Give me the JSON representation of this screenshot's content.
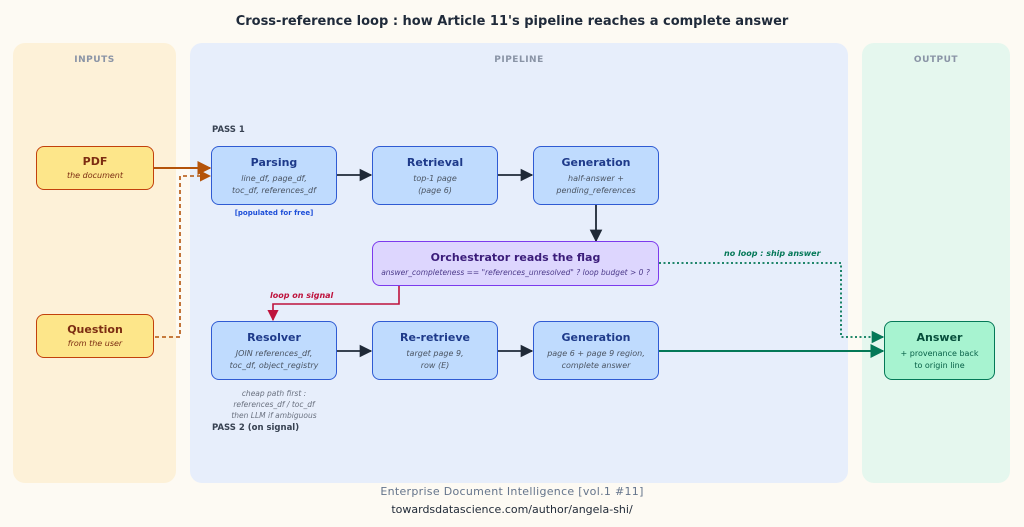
{
  "title": "Cross-reference loop : how Article 11's pipeline reaches a complete answer",
  "lanes": {
    "inputs": "INPUTS",
    "pipeline": "PIPELINE",
    "output": "OUTPUT"
  },
  "pass1": "PASS 1",
  "pass2": "PASS 2 (on signal)",
  "nodes": {
    "pdf": {
      "title": "PDF",
      "sub": "the document"
    },
    "question": {
      "title": "Question",
      "sub": "from the user"
    },
    "parsing": {
      "title": "Parsing",
      "sub1": "line_df, page_df,",
      "sub2": "toc_df, references_df"
    },
    "retrieval": {
      "title": "Retrieval",
      "sub1": "top-1 page",
      "sub2": "(page 6)"
    },
    "generation1": {
      "title": "Generation",
      "sub1": "half-answer +",
      "sub2": "pending_references"
    },
    "orchestrator": {
      "title": "Orchestrator reads the flag",
      "sub": "answer_completeness == \"references_unresolved\" ? loop budget > 0 ?"
    },
    "resolver": {
      "title": "Resolver",
      "sub1": "JOIN references_df,",
      "sub2": "toc_df, object_registry"
    },
    "reretrieve": {
      "title": "Re-retrieve",
      "sub1": "target page 9,",
      "sub2": "row (E)"
    },
    "generation2": {
      "title": "Generation",
      "sub1": "page 6 + page 9 region,",
      "sub2": "complete answer"
    },
    "answer": {
      "title": "Answer",
      "sub1": "+ provenance back",
      "sub2": "to origin line"
    }
  },
  "labels": {
    "populated": "[populated for free]",
    "loop_on_signal": "loop on signal",
    "no_loop": "no loop : ship answer",
    "cheap1": "cheap path first :",
    "cheap2": "references_df / toc_df",
    "cheap3": "then LLM if ambiguous"
  },
  "footer": {
    "line1": "Enterprise Document Intelligence [vol.1 #11]",
    "line2": "towardsdatascience.com/author/angela-shi/"
  },
  "colors": {
    "input_arrow": "#b45309",
    "pipeline_arrow": "#1f2937",
    "loop_arrow": "#be123c",
    "output_arrow": "#047857"
  }
}
